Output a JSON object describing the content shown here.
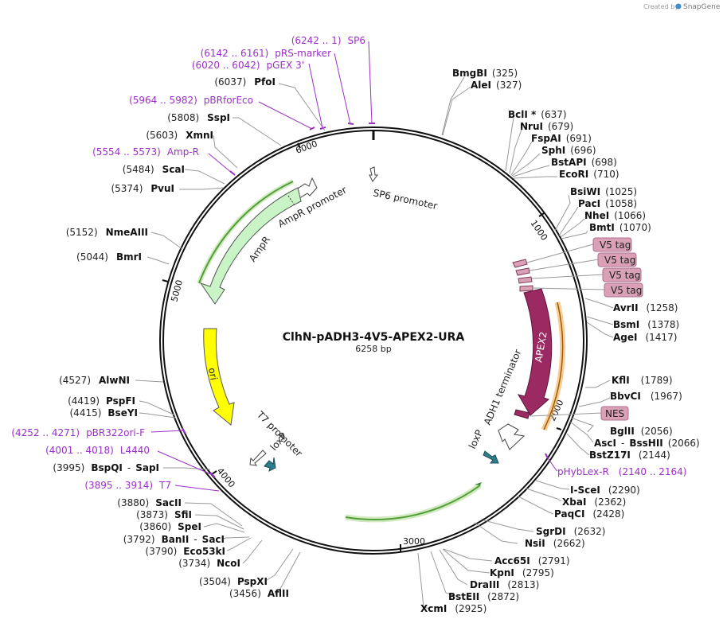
{
  "credit": {
    "prefix": "Created by",
    "brand": "SnapGene"
  },
  "plasmid": {
    "name": "ClhN-pADH3-4V5-APEX2-URA",
    "size": "6258 bp"
  },
  "ticks": [
    "1000",
    "2000",
    "3000",
    "4000",
    "5000",
    "6000"
  ],
  "features": {
    "sp6_promoter": "SP6 promoter",
    "ampr_promoter": "AmpR promoter",
    "ampr": "AmpR",
    "ori": "ori",
    "t7_promoter": "T7 promoter",
    "loxp_left": "loxP",
    "loxp_right": "loxP",
    "adh1_terminator": "ADH1 terminator",
    "apex2": "APEX2"
  },
  "badges": {
    "v5_1": "V5 tag",
    "v5_2": "V5 tag",
    "v5_3": "V5 tag",
    "v5_4": "V5 tag",
    "nes": "NES"
  },
  "colors": {
    "apex2": "#9b2a63",
    "v5": "#d9a0b6",
    "ampr": "#c9f5c6",
    "ori": "#ffff00",
    "loxp": "#2e7d8c",
    "primer": "#9b30c8",
    "orange_feature": "#f4a43a",
    "green_feature": "#7cc44e"
  },
  "sites": {
    "bmgbi": {
      "name": "BmgBI",
      "pos": "(325)"
    },
    "alei": {
      "name": "AleI",
      "pos": "(327)"
    },
    "bcli": {
      "name": "BclI *",
      "pos": "(637)"
    },
    "nrui": {
      "name": "NruI",
      "pos": "(679)"
    },
    "fspai": {
      "name": "FspAI",
      "pos": "(691)"
    },
    "sphi": {
      "name": "SphI",
      "pos": "(696)"
    },
    "bstapi": {
      "name": "BstAPI",
      "pos": "(698)"
    },
    "ecori": {
      "name": "EcoRI",
      "pos": "(710)"
    },
    "bsiwi": {
      "name": "BsiWI",
      "pos": "(1025)"
    },
    "paci": {
      "name": "PacI",
      "pos": "(1058)"
    },
    "nhei": {
      "name": "NheI",
      "pos": "(1066)"
    },
    "bmti": {
      "name": "BmtI",
      "pos": "(1070)"
    },
    "avrii": {
      "name": "AvrII",
      "pos": "(1258)"
    },
    "bsmi": {
      "name": "BsmI",
      "pos": "(1378)"
    },
    "agei": {
      "name": "AgeI",
      "pos": "(1417)"
    },
    "kfli": {
      "name": "KflI",
      "pos": "(1789)"
    },
    "bbvci": {
      "name": "BbvCI",
      "pos": "(1967)"
    },
    "bglii": {
      "name": "BglII",
      "pos": "(2056)"
    },
    "asci": {
      "name": "AscI",
      "sep": "-",
      "name2": "BssHII",
      "pos": "(2066)"
    },
    "bstz17i": {
      "name": "BstZ17I",
      "pos": "(2144)"
    },
    "iscei": {
      "name": "I-SceI",
      "pos": "(2290)"
    },
    "xbai": {
      "name": "XbaI",
      "pos": "(2362)"
    },
    "paqci": {
      "name": "PaqCI",
      "pos": "(2428)"
    },
    "sgrdi": {
      "name": "SgrDI",
      "pos": "(2632)"
    },
    "nsii": {
      "name": "NsiI",
      "pos": "(2662)"
    },
    "acc65i": {
      "name": "Acc65I",
      "pos": "(2791)"
    },
    "kpni": {
      "name": "KpnI",
      "pos": "(2795)"
    },
    "draiii": {
      "name": "DraIII",
      "pos": "(2813)"
    },
    "bsteii": {
      "name": "BstEII",
      "pos": "(2872)"
    },
    "xcmi": {
      "name": "XcmI",
      "pos": "(2925)"
    },
    "aflii": {
      "name": "AflII",
      "pos": "(3456)"
    },
    "pspxi": {
      "name": "PspXI",
      "pos": "(3504)"
    },
    "ncoi": {
      "name": "NcoI",
      "pos": "(3734)"
    },
    "eco53ki": {
      "name": "Eco53kI",
      "pos": "(3790)"
    },
    "banii": {
      "name": "BanII",
      "sep": "-",
      "name2": "SacI",
      "pos": "(3792)"
    },
    "spei": {
      "name": "SpeI",
      "pos": "(3860)"
    },
    "sfii": {
      "name": "SfiI",
      "pos": "(3873)"
    },
    "sacii": {
      "name": "SacII",
      "pos": "(3880)"
    },
    "bspqi": {
      "name": "BspQI",
      "sep": "-",
      "name2": "SapI",
      "pos": "(3995)"
    },
    "bseyi": {
      "name": "BseYI",
      "pos": "(4415)"
    },
    "pspfi": {
      "name": "PspFI",
      "pos": "(4419)"
    },
    "alwni": {
      "name": "AlwNI",
      "pos": "(4527)"
    },
    "bmri": {
      "name": "BmrI",
      "pos": "(5044)"
    },
    "nmeaiii": {
      "name": "NmeAIII",
      "pos": "(5152)"
    },
    "pvui": {
      "name": "PvuI",
      "pos": "(5374)"
    },
    "scai": {
      "name": "ScaI",
      "pos": "(5484)"
    },
    "xmni": {
      "name": "XmnI",
      "pos": "(5603)"
    },
    "sspi": {
      "name": "SspI",
      "pos": "(5808)"
    },
    "pfoi": {
      "name": "PfoI",
      "pos": "(6037)"
    }
  },
  "primers": {
    "sp6": {
      "range": "(6242 .. 1)",
      "name": "SP6"
    },
    "prs": {
      "range": "(6142 .. 6161)",
      "name": "pRS-marker"
    },
    "pgex": {
      "range": "(6020 .. 6042)",
      "name": "pGEX 3'"
    },
    "pbrforeco": {
      "range": "(5964 .. 5982)",
      "name": "pBRforEco"
    },
    "ampr": {
      "range": "(5554 .. 5573)",
      "name": "Amp-R"
    },
    "pbr322": {
      "range": "(4252 .. 4271)",
      "name": "pBR322ori-F"
    },
    "l4440": {
      "range": "(4001 .. 4018)",
      "name": "L4440"
    },
    "t7": {
      "range": "(3895 .. 3914)",
      "name": "T7"
    },
    "phyblex": {
      "name": "pHybLex-R",
      "range": "(2140 .. 2164)"
    }
  }
}
